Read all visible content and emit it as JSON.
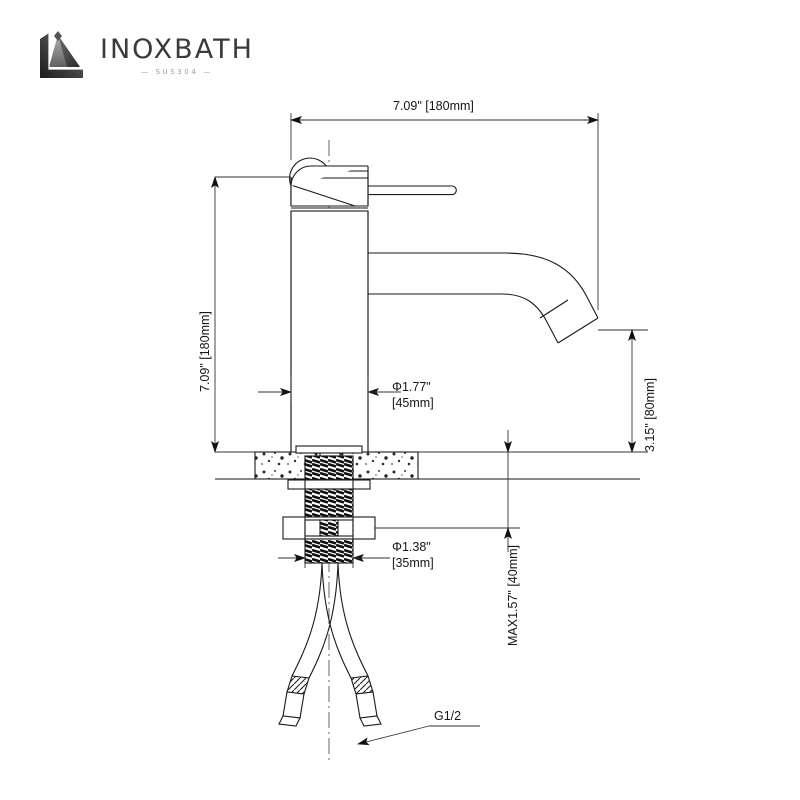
{
  "document": {
    "type": "technical-drawing",
    "subject": "single-hole basin faucet",
    "background_color": "#ffffff",
    "line_color": "#1a1a1a"
  },
  "logo": {
    "name": "INOXBATH",
    "wordmark": "INOXBATH",
    "subtitle": "— SUS304 —",
    "mark_icon": "inoxbath-pyramid-logo-icon",
    "wordmark_color": "#3a3a3a",
    "subtitle_color": "#9a9a9a"
  },
  "dimensions": {
    "overall_width": {
      "id": "top-width",
      "text": "7.09\" [180mm]",
      "inches": "7.09",
      "mm": "180",
      "orientation": "horizontal",
      "position": "top"
    },
    "overall_height": {
      "id": "left-height",
      "text": "7.09\" [180mm]",
      "inches": "7.09",
      "mm": "180",
      "orientation": "vertical",
      "position": "left"
    },
    "body_diameter": {
      "id": "phi-1-77",
      "line1": "Φ1.77\"",
      "line2": "[45mm]",
      "inches": "1.77",
      "mm": "45",
      "symbol": "Φ"
    },
    "shank_diameter": {
      "id": "phi-1-38",
      "line1": "Φ1.38\"",
      "line2": "[35mm]",
      "inches": "1.38",
      "mm": "35",
      "symbol": "Φ"
    },
    "spout_height": {
      "id": "right-height",
      "text": "3.15\" [80mm]",
      "inches": "3.15",
      "mm": "80",
      "orientation": "vertical",
      "position": "right"
    },
    "max_deck_thickness": {
      "id": "max-deck",
      "text": "MAX1.57\" [40mm]",
      "prefix": "MAX",
      "inches": "1.57",
      "mm": "40",
      "orientation": "vertical"
    },
    "thread_callout": {
      "id": "thread-g12",
      "text": "G1/2",
      "standard": "G1/2"
    }
  },
  "parts": [
    {
      "name": "handle-lever",
      "description": "horizontal cylindrical lever arm"
    },
    {
      "name": "handle-cap",
      "description": "chamfered cartridge cap"
    },
    {
      "name": "faucet-body",
      "description": "vertical cylindrical column"
    },
    {
      "name": "spout",
      "description": "curved gooseneck spout with angled aerator"
    },
    {
      "name": "countertop",
      "description": "hatched deck section"
    },
    {
      "name": "threaded-shank",
      "description": "threaded mounting shank"
    },
    {
      "name": "mounting-nut",
      "description": "deck mounting nut"
    },
    {
      "name": "supply-hose-left",
      "description": "flexible braided supply hose"
    },
    {
      "name": "supply-hose-right",
      "description": "flexible braided supply hose"
    },
    {
      "name": "hose-fitting-left",
      "description": "hex compression fitting"
    },
    {
      "name": "hose-fitting-right",
      "description": "hex compression fitting"
    }
  ]
}
